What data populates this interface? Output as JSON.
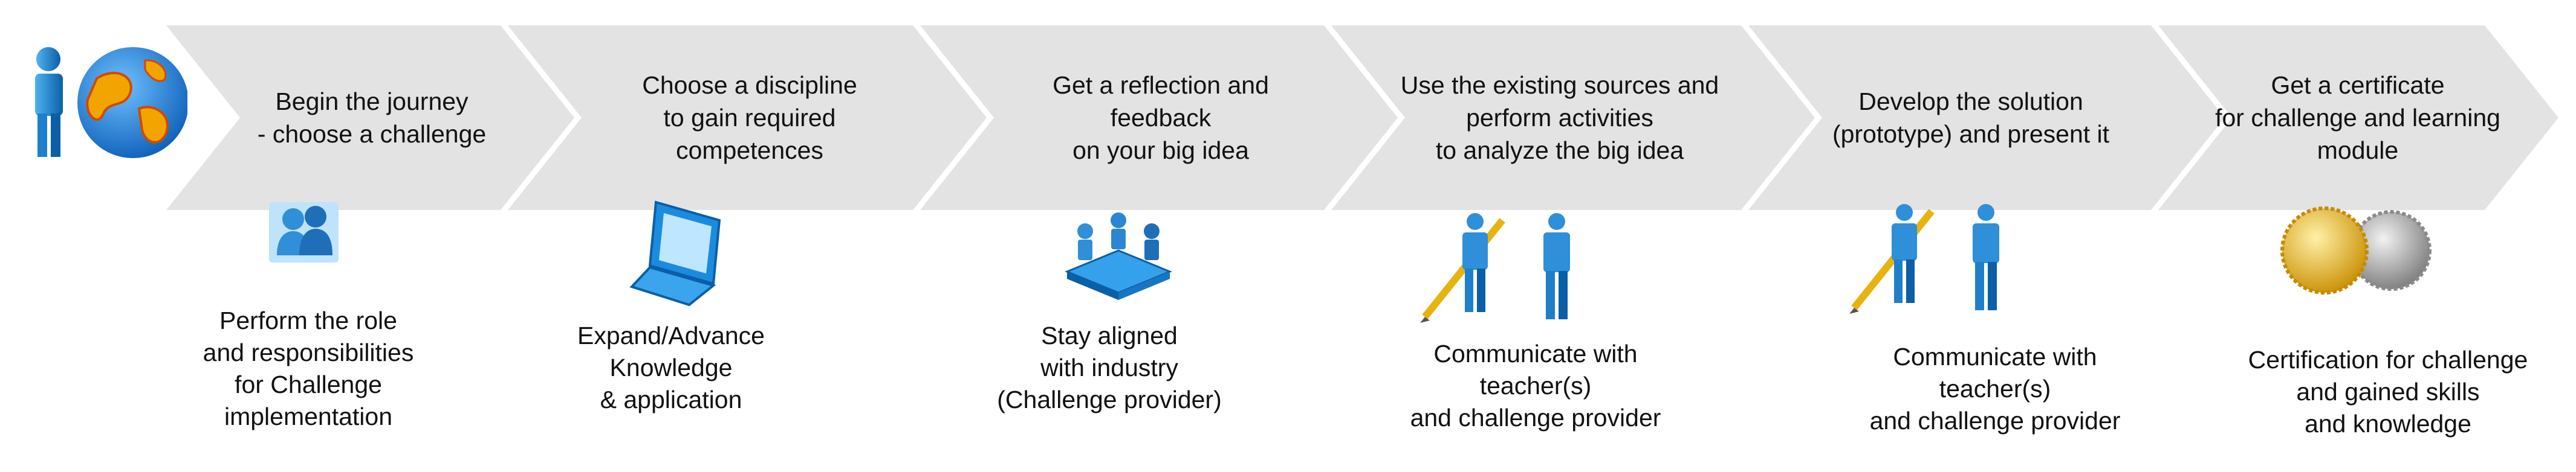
{
  "steps": [
    {
      "label": "Begin the journey\n- choose a challenge"
    },
    {
      "label": "Choose a discipline\nto gain required\ncompetences"
    },
    {
      "label": "Get a reflection and\nfeedback\non your big idea"
    },
    {
      "label": "Use the existing sources and\nperform activities\nto analyze the big idea"
    },
    {
      "label": "Develop the solution\n(prototype) and present it"
    },
    {
      "label": "Get a certificate\nfor challenge and learning\nmodule"
    }
  ],
  "descriptions": [
    {
      "text": "Perform the role\nand responsibilities\nfor Challenge\nimplementation",
      "icon": "team-icon"
    },
    {
      "text": "Expand/Advance\nKnowledge\n&  application",
      "icon": "laptop-icon"
    },
    {
      "text": "Stay aligned\nwith industry\n(Challenge provider)",
      "icon": "meeting-icon"
    },
    {
      "text": "Communicate with\nteacher(s)\nand challenge provider",
      "icon": "people-pencil-icon"
    },
    {
      "text": "Communicate with\nteacher(s)\nand challenge provider",
      "icon": "people-pencil-icon"
    },
    {
      "text": "Certification for challenge\nand gained skills\nand knowledge",
      "icon": "medals-icon"
    }
  ],
  "start_icon": "person-globe-icon",
  "colors": {
    "arrow": "#e3e3e3",
    "figure": "#1e90d8",
    "figure_dark": "#0a5fa6",
    "globe": "#1c7fd6",
    "land": "#f2a400",
    "gold": "#e7b30f",
    "silver": "#9a9a9a"
  }
}
